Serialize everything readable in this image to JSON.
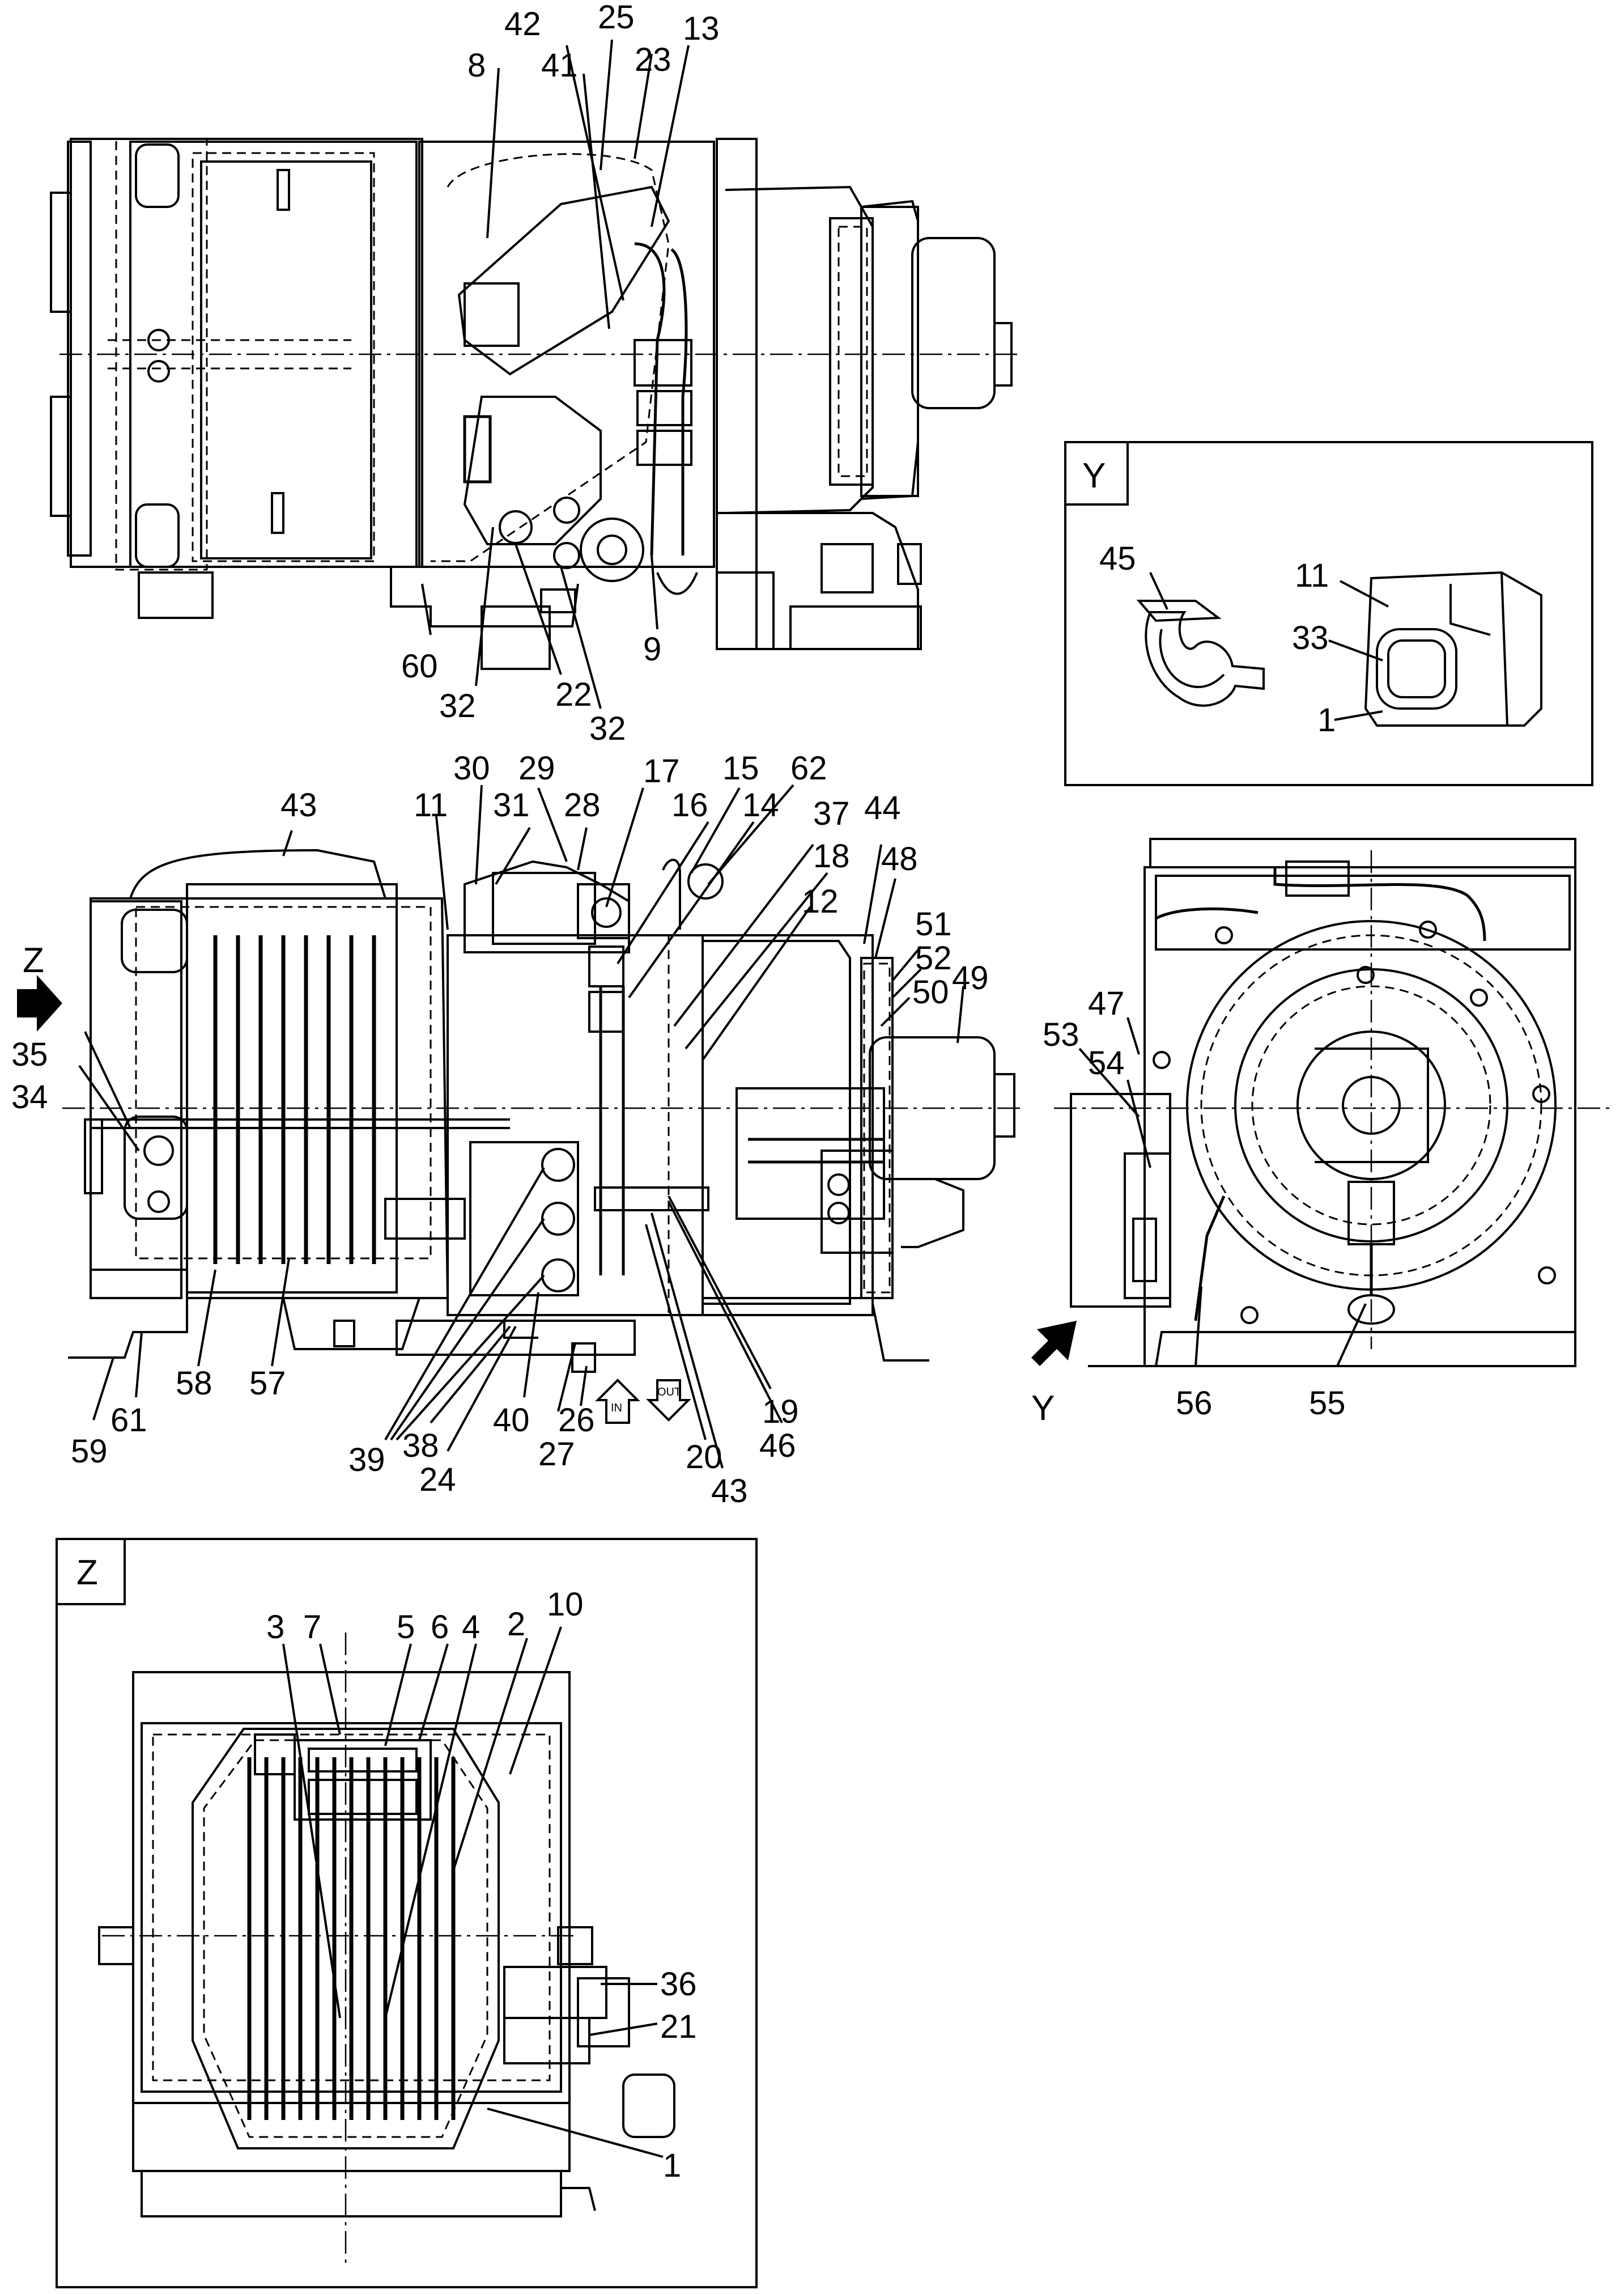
{
  "views": {
    "y": {
      "tag": "Y",
      "callouts": [
        "45",
        "11",
        "33",
        "1"
      ]
    },
    "z": {
      "tag": "Z",
      "callouts": [
        "3",
        "7",
        "5",
        "6",
        "4",
        "2",
        "10",
        "36",
        "21",
        "1"
      ]
    },
    "top": {
      "callouts": [
        "42",
        "25",
        "13",
        "8",
        "41",
        "23",
        "60",
        "32",
        "22",
        "32",
        "9"
      ]
    },
    "front": {
      "callouts": [
        "43",
        "30",
        "29",
        "17",
        "15",
        "62",
        "11",
        "31",
        "28",
        "16",
        "14",
        "37",
        "44",
        "18",
        "48",
        "12",
        "51",
        "52",
        "50",
        "49",
        "35",
        "34",
        "58",
        "57",
        "61",
        "59",
        "39",
        "38",
        "24",
        "40",
        "27",
        "26",
        "20",
        "43",
        "46",
        "19"
      ],
      "arrow_z": "Z",
      "flow_in": "IN",
      "flow_out": "OUT"
    },
    "side": {
      "callouts": [
        "47",
        "53",
        "54",
        "56",
        "55"
      ],
      "arrow_y": "Y"
    }
  },
  "icons": [
    "arrow-right-icon",
    "arrow-up-right-icon",
    "flow-in-arrow-icon",
    "flow-out-arrow-icon"
  ]
}
